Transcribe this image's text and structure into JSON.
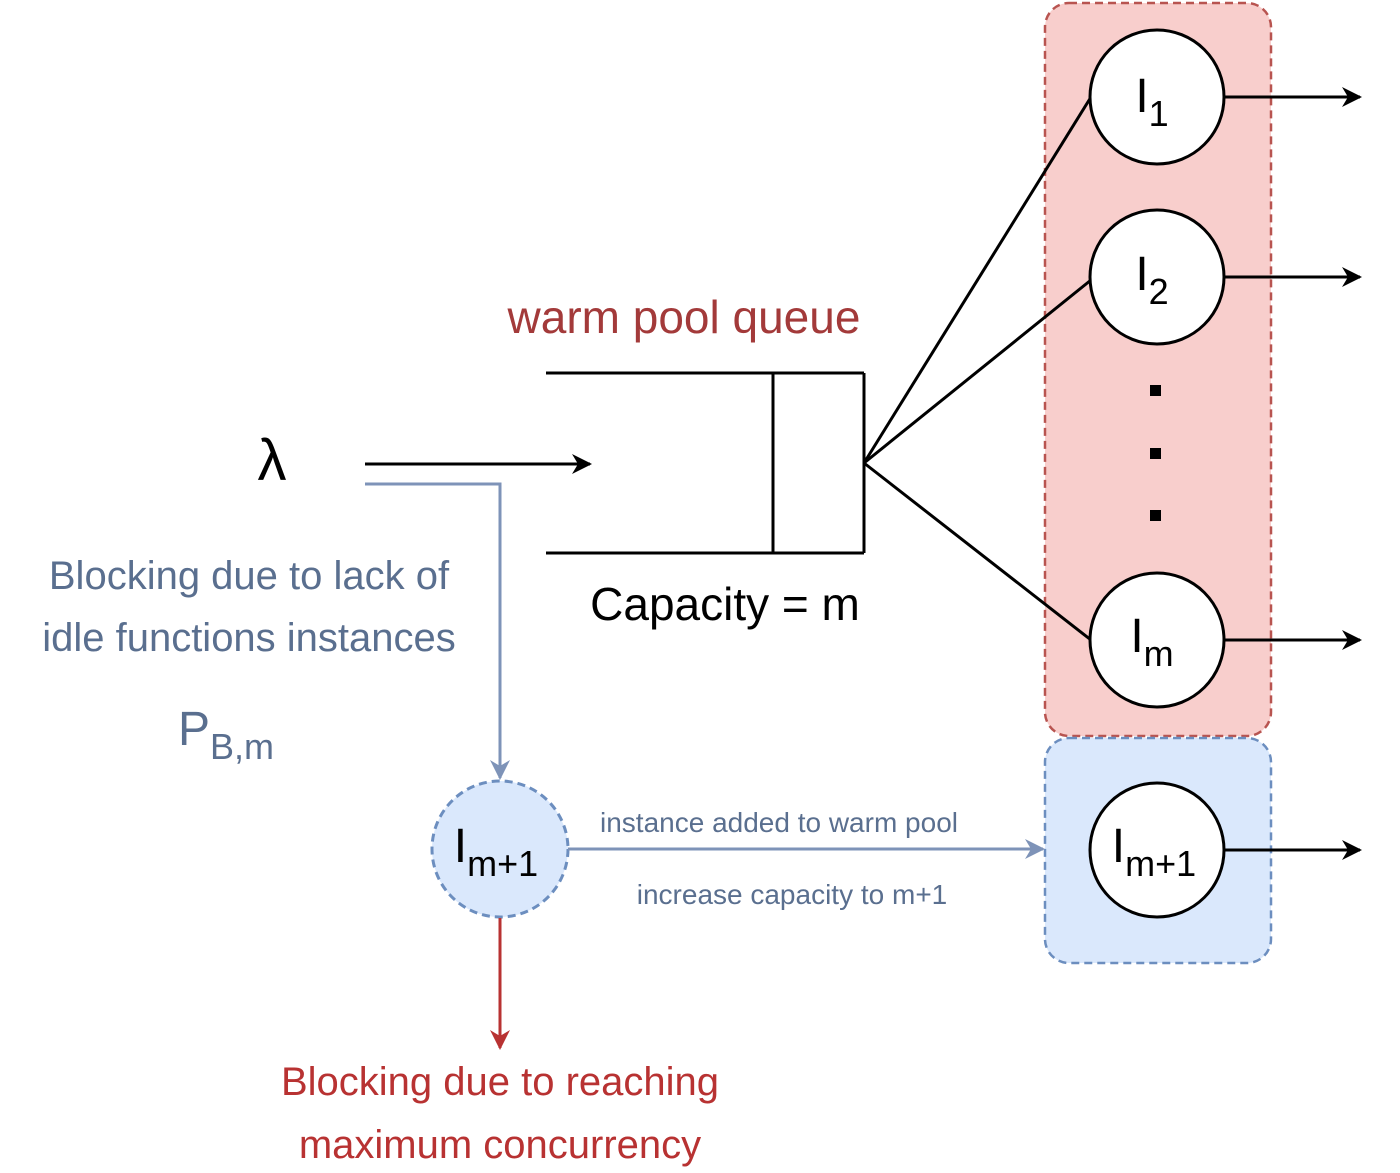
{
  "lambda_label": "λ",
  "queue": {
    "title": "warm pool queue",
    "capacity_label": "Capacity = m"
  },
  "instances": [
    {
      "base": "I",
      "sub": "1"
    },
    {
      "base": "I",
      "sub": "2"
    },
    {
      "base": "I",
      "sub": "m"
    }
  ],
  "ellipsis": "·  ·  ·",
  "new_instance_pool": {
    "base": "I",
    "sub": "m+1"
  },
  "candidate_instance": {
    "base": "I",
    "sub": "m+1"
  },
  "blocking_idle": {
    "line1": "Blocking due to lack of",
    "line2": "idle functions instances",
    "prob_base": "P",
    "prob_sub": "B,m"
  },
  "add_edge": {
    "top_label": "instance added to warm pool",
    "bottom_label": "increase capacity to m+1"
  },
  "blocking_max": {
    "line1": "Blocking due to reaching",
    "line2": "maximum concurrency"
  },
  "colors": {
    "warm_title": "#a33a3a",
    "warm_fill": "#f8cecc",
    "warm_stroke": "#b85450",
    "blue_fill": "#dae8fc",
    "blue_stroke": "#6c8ebf",
    "blue_text": "#5a6f8f",
    "red_arrow": "#b83232",
    "red_text": "#b83232",
    "black": "#000000"
  }
}
